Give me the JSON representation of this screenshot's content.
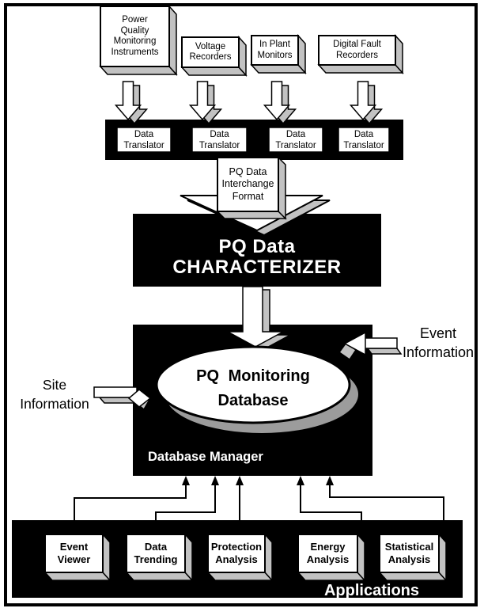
{
  "sources": [
    {
      "label": "Power\nQuality\nMonitoring\nInstruments"
    },
    {
      "label": "Voltage\nRecorders"
    },
    {
      "label": "In Plant\nMonitors"
    },
    {
      "label": "Digital Fault\nRecorders"
    }
  ],
  "translators": [
    {
      "label": "Data\nTranslator"
    },
    {
      "label": "Data\nTranslator"
    },
    {
      "label": "Data\nTranslator"
    },
    {
      "label": "Data\nTranslator"
    }
  ],
  "interchange": {
    "label": "PQ Data\nInterchange\nFormat"
  },
  "characterizer": {
    "label": "PQ Data\nCHARACTERIZER"
  },
  "database": {
    "label": "PQ Monitoring\nDatabase"
  },
  "database_manager": {
    "label": "Database Manager"
  },
  "site_information": {
    "label": "Site\nInformation"
  },
  "event_information": {
    "label": "Event\nInformation"
  },
  "applications": {
    "label": "Applications",
    "apps": [
      {
        "label": "Event\nViewer"
      },
      {
        "label": "Data\nTrending"
      },
      {
        "label": "Protection\nAnalysis"
      },
      {
        "label": "Energy\nAnalysis"
      },
      {
        "label": "Statistical\nAnalysis"
      }
    ]
  },
  "colors": {
    "black": "#000000",
    "white": "#ffffff",
    "face_gray": "#c2c2c2",
    "shadow_gray": "#9c9c9c"
  }
}
